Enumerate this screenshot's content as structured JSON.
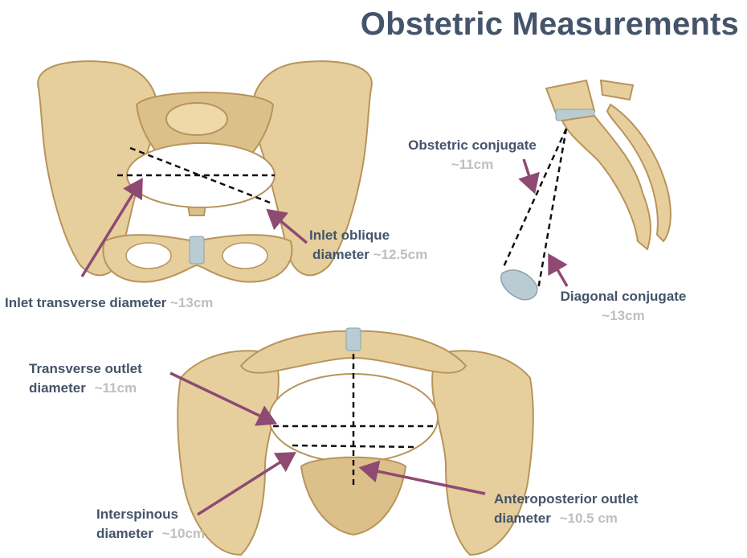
{
  "title": "Obstetric Measurements",
  "colors": {
    "title": "#44546a",
    "label": "#44546a",
    "value": "#bfbfbf",
    "arrow": "#8e4a72",
    "bone": "#e6cf9c",
    "bone_shadow": "#c9a866",
    "cartilage": "#b9ccd3"
  },
  "labels": {
    "inlet_transverse": {
      "text": "Inlet transverse diameter",
      "value": "~13cm"
    },
    "inlet_oblique": {
      "line1": "Inlet oblique",
      "line2": "diameter",
      "value": "~12.5cm"
    },
    "obstetric_conjugate": {
      "text": "Obstetric conjugate",
      "value": "~11cm"
    },
    "diagonal_conjugate": {
      "text": "Diagonal conjugate",
      "value": "~13cm"
    },
    "transverse_outlet": {
      "line1": "Transverse outlet",
      "line2": "diameter",
      "value": "~11cm"
    },
    "interspinous": {
      "line1": "Interspinous",
      "line2": "diameter",
      "value": "~10cm"
    },
    "anteroposterior_outlet": {
      "line1": "Anteroposterior outlet",
      "line2": "diameter",
      "value": "~10.5 cm"
    }
  }
}
